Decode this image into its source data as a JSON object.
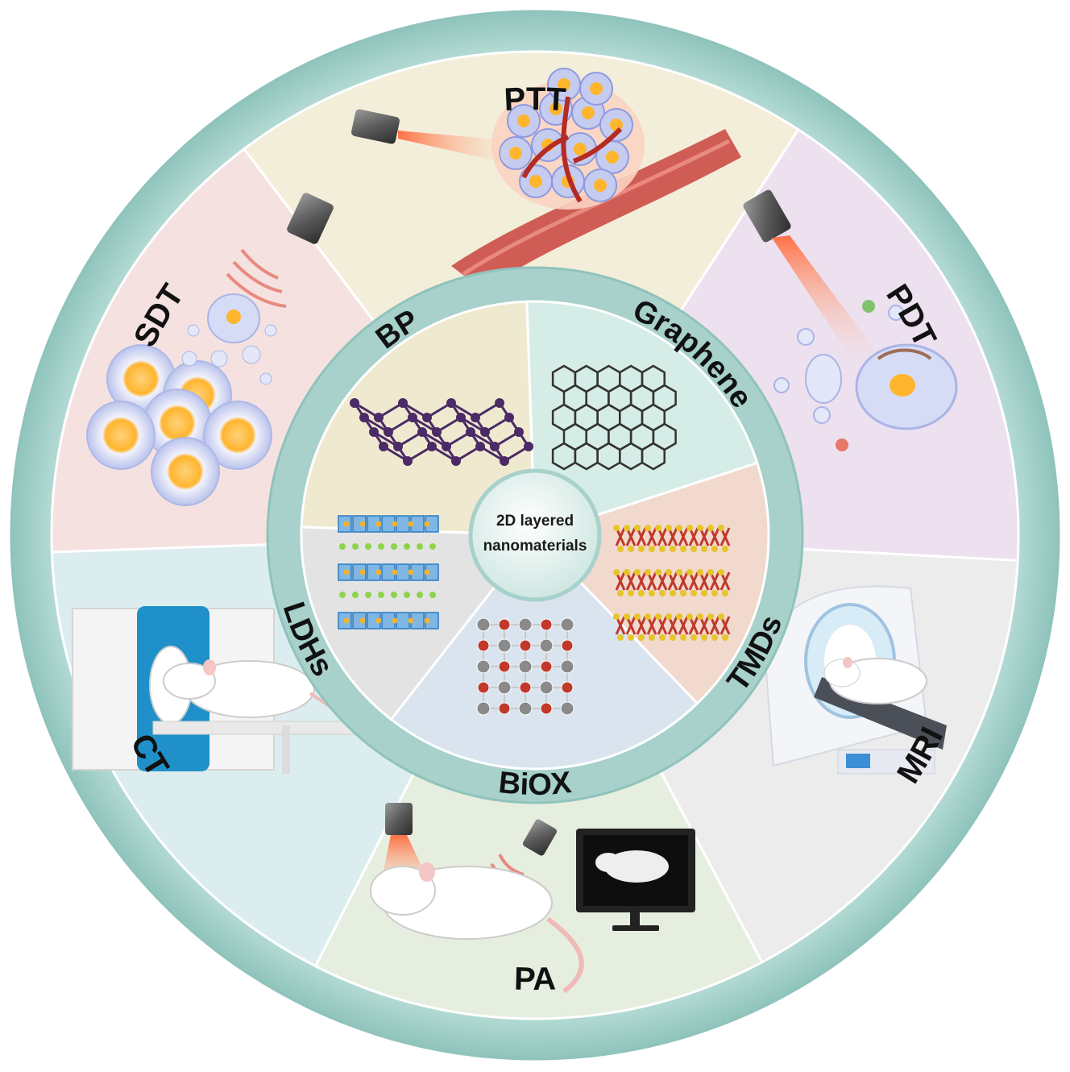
{
  "center": {
    "line1": "2D layered",
    "line2": "nanomaterials"
  },
  "outer_ring": {
    "labels": {
      "top": "PTT",
      "upper_right": "PDT",
      "lower_right": "MRI",
      "bottom": "PA",
      "lower_left": "CT",
      "upper_left": "SDT"
    }
  },
  "inner_ring": {
    "labels": {
      "upper_left": "BP",
      "upper_right": "Graphene",
      "right": "TMDs",
      "bottom": "BiOX",
      "left": "LDHs"
    }
  },
  "colors": {
    "ring": "#a9d3cd",
    "ring_light": "#cfe8e3",
    "ptt": "#f3eed9",
    "pdt": "#ede0ef",
    "mri": "#ececec",
    "pa": "#e6efdf",
    "ct": "#dcedf0",
    "sdt": "#f5e2e0",
    "bp": "#efe9cf",
    "graphene": "#d6ece7",
    "tmds": "#f1d9ce",
    "biox": "#d9e4ef",
    "ldhs": "#e3e3e3"
  }
}
